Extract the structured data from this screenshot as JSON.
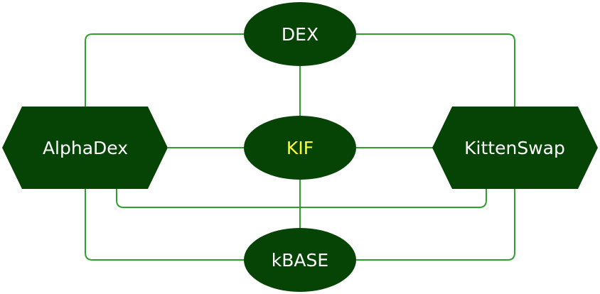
{
  "colors": {
    "node_fill": "#064406",
    "connector": "#2fa02f",
    "label_text": "#ffffff",
    "accent_text": "#ffff33",
    "background": "#ffffff"
  },
  "nodes": {
    "dex": {
      "label": "DEX",
      "shape": "ellipse"
    },
    "kif": {
      "label": "KIF",
      "shape": "ellipse",
      "highlight": true
    },
    "kbase": {
      "label": "kBASE",
      "shape": "ellipse"
    },
    "alphadex": {
      "label": "AlphaDex",
      "shape": "hexagon"
    },
    "kittenswap": {
      "label": "KittenSwap",
      "shape": "hexagon"
    }
  },
  "connections": [
    {
      "from": "alphadex",
      "to": "dex"
    },
    {
      "from": "kittenswap",
      "to": "dex"
    },
    {
      "from": "dex",
      "to": "kif"
    },
    {
      "from": "alphadex",
      "to": "kif"
    },
    {
      "from": "kittenswap",
      "to": "kif"
    },
    {
      "from": "kif",
      "to": "kbase"
    },
    {
      "from": "alphadex",
      "to": "kbase"
    },
    {
      "from": "kittenswap",
      "to": "kbase"
    },
    {
      "from": "alphadex",
      "to": "kittenswap"
    }
  ]
}
